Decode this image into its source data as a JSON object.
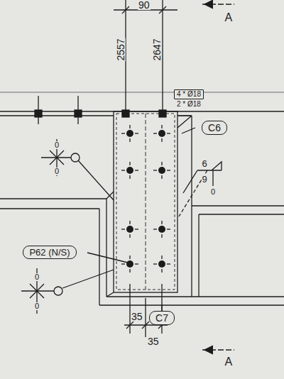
{
  "diagram": {
    "nodes": [
      {
        "text": [
          "4 * Ø18"
        ]
      },
      {
        "text": [
          "C6"
        ]
      },
      {
        "text": [
          "P62 (N/S)"
        ]
      },
      {
        "text": [
          "C7"
        ]
      }
    ],
    "labels": [
      "90",
      "2557",
      "2647",
      "A",
      "2 * Ø18",
      "0",
      "0",
      "6",
      "9",
      "0",
      "0",
      "0",
      "35",
      "35",
      "A"
    ]
  }
}
